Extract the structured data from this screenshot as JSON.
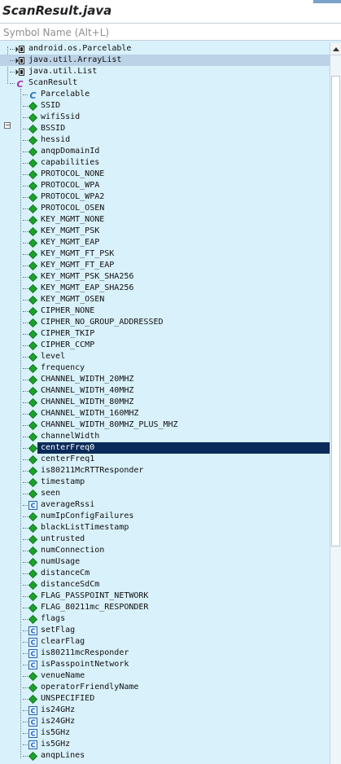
{
  "title": "ScanResult.java",
  "search": {
    "placeholder": "Symbol Name (Alt+L)"
  },
  "colors": {
    "background": "#d9f1fb",
    "field_icon": "#1aa32a",
    "method_icon": "#1f63b5",
    "class_icon": "#a12fb3",
    "interface_icon": "#2a74c6",
    "selection": "#0a2a5a"
  },
  "imports": [
    {
      "label": "android.os.Parcelable",
      "icon": "import-icon"
    },
    {
      "label": "java.util.ArrayList",
      "icon": "import-icon",
      "highlighted": true
    },
    {
      "label": "java.util.List",
      "icon": "import-icon"
    }
  ],
  "class_node": {
    "label": "ScanResult",
    "icon": "class-icon",
    "expanded": true
  },
  "members": [
    {
      "label": "Parcelable",
      "icon": "interface-icon"
    },
    {
      "label": "SSID",
      "icon": "field-icon"
    },
    {
      "label": "wifiSsid",
      "icon": "field-icon"
    },
    {
      "label": "BSSID",
      "icon": "field-icon"
    },
    {
      "label": "hessid",
      "icon": "field-icon"
    },
    {
      "label": "anqpDomainId",
      "icon": "field-icon"
    },
    {
      "label": "capabilities",
      "icon": "field-icon"
    },
    {
      "label": "PROTOCOL_NONE",
      "icon": "field-icon"
    },
    {
      "label": "PROTOCOL_WPA",
      "icon": "field-icon"
    },
    {
      "label": "PROTOCOL_WPA2",
      "icon": "field-icon"
    },
    {
      "label": "PROTOCOL_OSEN",
      "icon": "field-icon"
    },
    {
      "label": "KEY_MGMT_NONE",
      "icon": "field-icon"
    },
    {
      "label": "KEY_MGMT_PSK",
      "icon": "field-icon"
    },
    {
      "label": "KEY_MGMT_EAP",
      "icon": "field-icon"
    },
    {
      "label": "KEY_MGMT_FT_PSK",
      "icon": "field-icon"
    },
    {
      "label": "KEY_MGMT_FT_EAP",
      "icon": "field-icon"
    },
    {
      "label": "KEY_MGMT_PSK_SHA256",
      "icon": "field-icon"
    },
    {
      "label": "KEY_MGMT_EAP_SHA256",
      "icon": "field-icon"
    },
    {
      "label": "KEY_MGMT_OSEN",
      "icon": "field-icon"
    },
    {
      "label": "CIPHER_NONE",
      "icon": "field-icon"
    },
    {
      "label": "CIPHER_NO_GROUP_ADDRESSED",
      "icon": "field-icon"
    },
    {
      "label": "CIPHER_TKIP",
      "icon": "field-icon"
    },
    {
      "label": "CIPHER_CCMP",
      "icon": "field-icon"
    },
    {
      "label": "level",
      "icon": "field-icon"
    },
    {
      "label": "frequency",
      "icon": "field-icon"
    },
    {
      "label": "CHANNEL_WIDTH_20MHZ",
      "icon": "field-icon"
    },
    {
      "label": "CHANNEL_WIDTH_40MHZ",
      "icon": "field-icon"
    },
    {
      "label": "CHANNEL_WIDTH_80MHZ",
      "icon": "field-icon"
    },
    {
      "label": "CHANNEL_WIDTH_160MHZ",
      "icon": "field-icon"
    },
    {
      "label": "CHANNEL_WIDTH_80MHZ_PLUS_MHZ",
      "icon": "field-icon"
    },
    {
      "label": "channelWidth",
      "icon": "field-icon"
    },
    {
      "label": "centerFreq0",
      "icon": "field-icon",
      "selected": true
    },
    {
      "label": "centerFreq1",
      "icon": "field-icon"
    },
    {
      "label": "is80211McRTTResponder",
      "icon": "field-icon"
    },
    {
      "label": "timestamp",
      "icon": "field-icon"
    },
    {
      "label": "seen",
      "icon": "field-icon"
    },
    {
      "label": "averageRssi",
      "icon": "method-icon"
    },
    {
      "label": "numIpConfigFailures",
      "icon": "field-icon"
    },
    {
      "label": "blackListTimestamp",
      "icon": "field-icon"
    },
    {
      "label": "untrusted",
      "icon": "field-icon"
    },
    {
      "label": "numConnection",
      "icon": "field-icon"
    },
    {
      "label": "numUsage",
      "icon": "field-icon"
    },
    {
      "label": "distanceCm",
      "icon": "field-icon"
    },
    {
      "label": "distanceSdCm",
      "icon": "field-icon"
    },
    {
      "label": "FLAG_PASSPOINT_NETWORK",
      "icon": "field-icon"
    },
    {
      "label": "FLAG_80211mc_RESPONDER",
      "icon": "field-icon"
    },
    {
      "label": "flags",
      "icon": "field-icon"
    },
    {
      "label": "setFlag",
      "icon": "method-icon"
    },
    {
      "label": "clearFlag",
      "icon": "method-icon"
    },
    {
      "label": "is80211mcResponder",
      "icon": "method-icon"
    },
    {
      "label": "isPasspointNetwork",
      "icon": "method-icon"
    },
    {
      "label": "venueName",
      "icon": "field-icon"
    },
    {
      "label": "operatorFriendlyName",
      "icon": "field-icon"
    },
    {
      "label": "UNSPECIFIED",
      "icon": "field-icon"
    },
    {
      "label": "is24GHz",
      "icon": "method-icon"
    },
    {
      "label": "is24GHz",
      "icon": "method-icon"
    },
    {
      "label": "is5GHz",
      "icon": "method-icon"
    },
    {
      "label": "is5GHz",
      "icon": "method-icon"
    },
    {
      "label": "anqpLines",
      "icon": "field-icon"
    }
  ]
}
